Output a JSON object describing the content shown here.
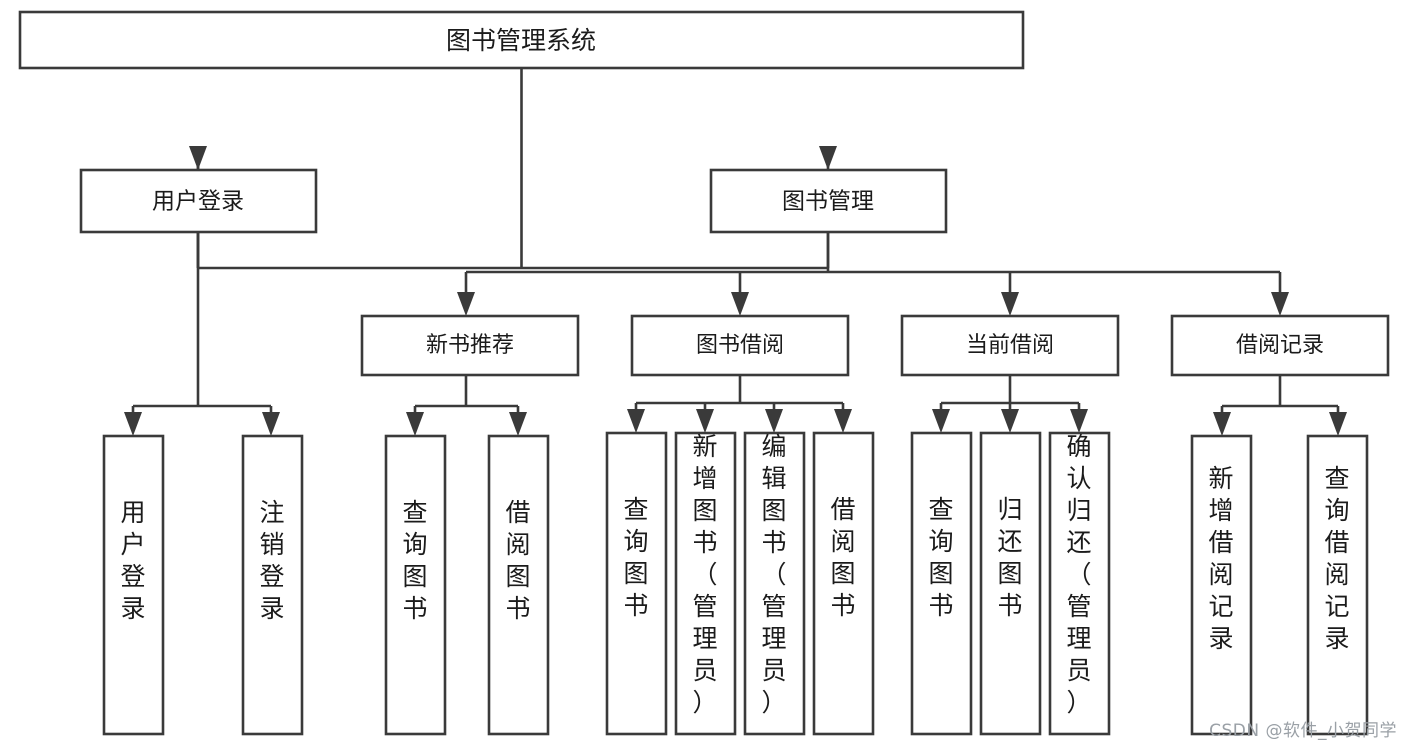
{
  "diagram": {
    "title": "图书管理系统",
    "type": "tree-hierarchy-chart",
    "root": {
      "label": "图书管理系统"
    },
    "level2": [
      {
        "label": "用户登录"
      },
      {
        "label": "图书管理"
      }
    ],
    "level3": [
      {
        "label": "新书推荐"
      },
      {
        "label": "图书借阅"
      },
      {
        "label": "当前借阅"
      },
      {
        "label": "借阅记录"
      }
    ],
    "leaves": {
      "user_login": [
        {
          "label": "用户登录"
        },
        {
          "label": "注销登录"
        }
      ],
      "new_book_recommend": [
        {
          "label": "查询图书"
        },
        {
          "label": "借阅图书"
        }
      ],
      "book_borrow": [
        {
          "label": "查询图书"
        },
        {
          "label": "新增图书（管理员）"
        },
        {
          "label": "编辑图书（管理员）"
        },
        {
          "label": "借阅图书"
        }
      ],
      "current_borrow": [
        {
          "label": "查询图书"
        },
        {
          "label": "归还图书"
        },
        {
          "label": "确认归还（管理员）"
        }
      ],
      "borrow_record": [
        {
          "label": "新增借阅记录"
        },
        {
          "label": "查询借阅记录"
        }
      ]
    }
  },
  "watermark": {
    "text": "CSDN @软件_小贺同学"
  },
  "colors": {
    "stroke": "#3a3a3a",
    "box_fill": "#ffffff",
    "text": "#1b1b1b",
    "watermark": "#9aa0a6",
    "background": "#ffffff"
  }
}
